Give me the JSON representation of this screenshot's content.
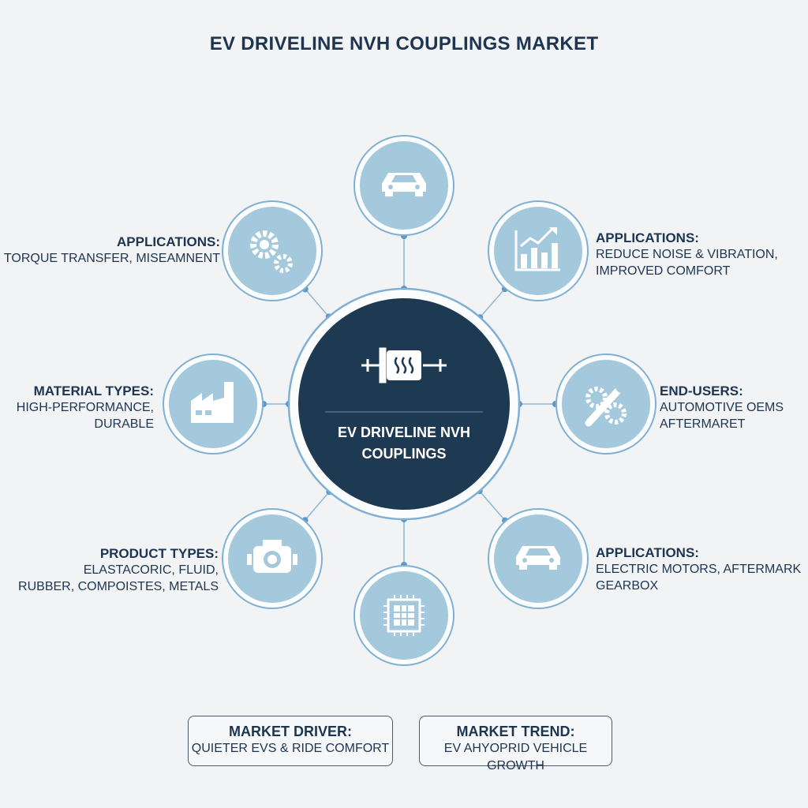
{
  "title": "EV DRIVELINE NVH COUPLINGS MARKET",
  "center": {
    "line1": "EV DRIVELINE NVH",
    "line2": "COUPLINGS",
    "icon": "coupling-heat-icon"
  },
  "colors": {
    "center": "#1e3a52",
    "node": "#a4c9dc",
    "ring": "#7fb0d4",
    "text": "#1d3550"
  },
  "nodes": [
    {
      "position": "top",
      "icon": "car-icon"
    },
    {
      "position": "top-left",
      "icon": "gears-icon",
      "heading": "APPLICATIONS:",
      "lines": [
        "TORQUE TRANSFER, MISEAMNENT"
      ]
    },
    {
      "position": "top-right",
      "icon": "growth-chart-icon",
      "heading": "APPLICATIONS:",
      "lines": [
        "REDUCE NOISE & VIBRATION,",
        "IMPROVED COMFORT"
      ]
    },
    {
      "position": "left",
      "icon": "factory-icon",
      "heading": "MATERIAL TYPES:",
      "lines": [
        "HIGH-PERFORMANCE,",
        "DURABLE"
      ]
    },
    {
      "position": "right",
      "icon": "wrench-gear-icon",
      "heading": "END-USERS:",
      "lines": [
        "AUTOMOTIVE OEMS",
        "AFTERMARET"
      ]
    },
    {
      "position": "bottom-left",
      "icon": "engine-icon",
      "heading": "PRODUCT TYPES:",
      "lines": [
        "ELASTACORIC, FLUID,",
        "RUBBER, COMPOISTES, METALS"
      ]
    },
    {
      "position": "bottom-right",
      "icon": "car-icon",
      "heading": "APPLICATIONS:",
      "lines": [
        "ELECTRIC MOTORS, AFTERMARK",
        "GEARBOX"
      ]
    },
    {
      "position": "bottom",
      "icon": "chip-icon"
    }
  ],
  "boxes": [
    {
      "heading": "MARKET DRIVER:",
      "text": "QUIETER EVS & RIDE COMFORT"
    },
    {
      "heading": "MARKET TREND:",
      "text": "EV AHYOPRID VEHICLE GROWTH"
    }
  ]
}
